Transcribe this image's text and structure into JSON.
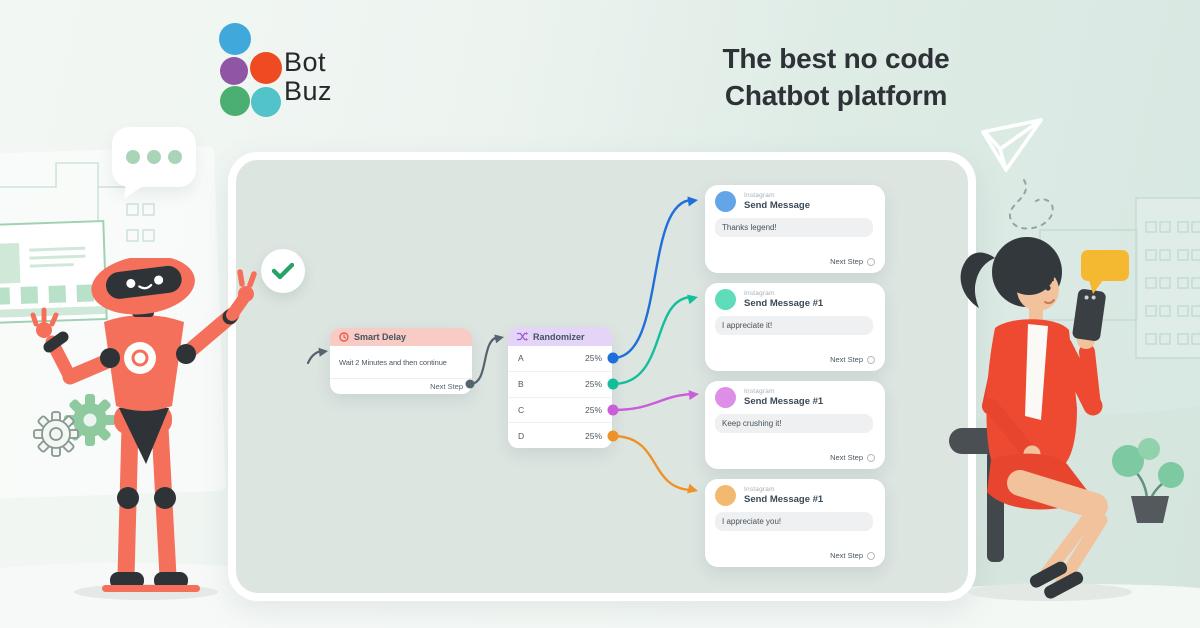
{
  "brand": {
    "line1": "Bot",
    "line2": "Buz"
  },
  "headline": {
    "line1": "The best no code",
    "line2": "Chatbot platform"
  },
  "flow": {
    "smart_delay": {
      "title": "Smart Delay",
      "description": "Wait 2 Minutes and then continue",
      "next_label": "Next Step"
    },
    "randomizer": {
      "title": "Randomizer",
      "rows": [
        {
          "label": "A",
          "value": "25%"
        },
        {
          "label": "B",
          "value": "25%"
        },
        {
          "label": "C",
          "value": "25%"
        },
        {
          "label": "D",
          "value": "25%"
        }
      ]
    },
    "messages": [
      {
        "channel": "Instagram",
        "title": "Send Message",
        "text": "Thanks legend!",
        "next_label": "Next Step"
      },
      {
        "channel": "Instagram",
        "title": "Send Message #1",
        "text": "I appreciate it!",
        "next_label": "Next Step"
      },
      {
        "channel": "Instagram",
        "title": "Send Message #1",
        "text": "Keep crushing it!",
        "next_label": "Next Step"
      },
      {
        "channel": "Instagram",
        "title": "Send Message #1",
        "text": "I appreciate you!",
        "next_label": "Next Step"
      }
    ]
  },
  "colors": {
    "logo_blue": "#41a8dc",
    "logo_purple": "#8e56a5",
    "logo_orange": "#ee4b23",
    "logo_green": "#4caf72",
    "logo_teal": "#52c3c9",
    "smart_delay_header": "#f8cbc4",
    "randomizer_header": "#e3d4f8",
    "connector_a": "#1f6fdb",
    "connector_b": "#13bf9a",
    "connector_c": "#ca5ed8",
    "connector_d": "#ee9227",
    "avatar_1": "#64a5e8",
    "avatar_2": "#5fdcb9",
    "avatar_3": "#dd8fe8",
    "avatar_4": "#f2ba70",
    "check_green": "#27a368",
    "robot_coral": "#f4705b",
    "speech_yellow": "#f5b831",
    "canvas_bg": "#dde5e1"
  }
}
